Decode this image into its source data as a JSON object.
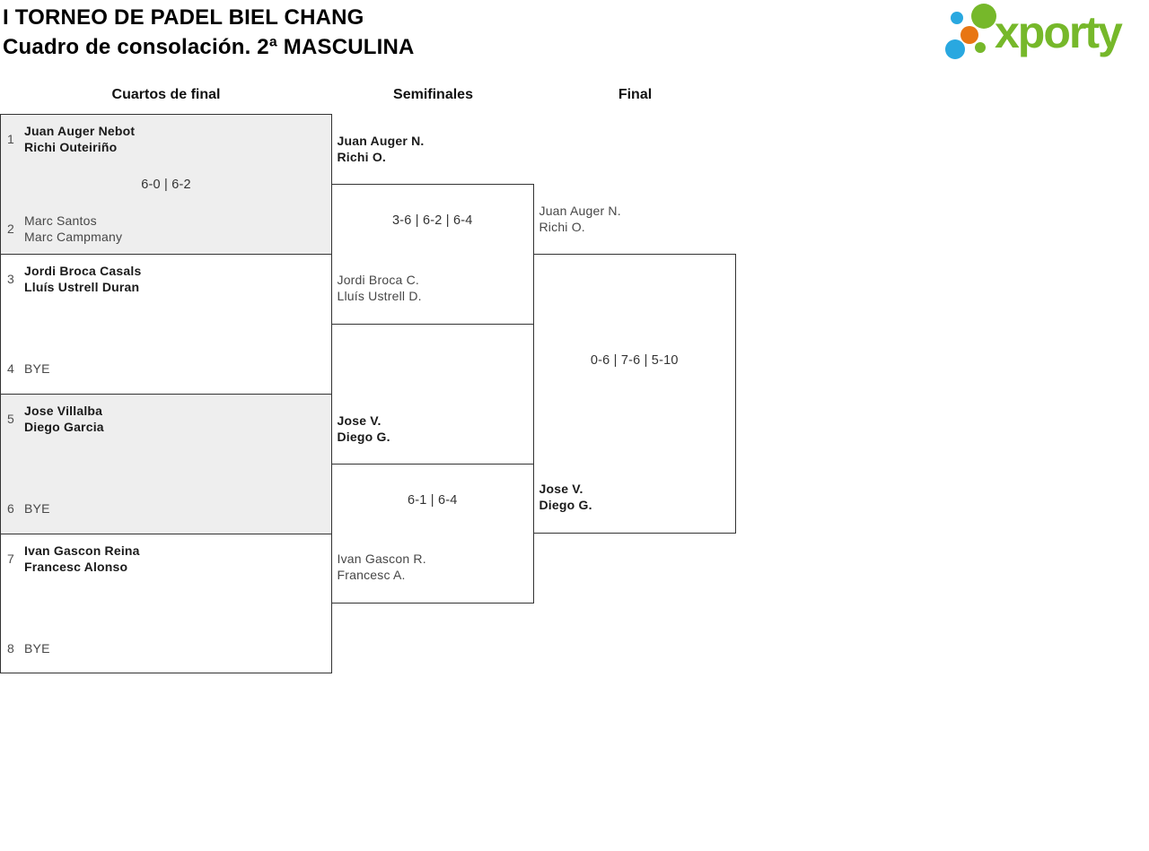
{
  "header": {
    "title_line1": "I TORNEO DE PADEL BIEL CHANG",
    "title_line2": "Cuadro de consolación. 2ª MASCULINA",
    "logo": {
      "text": "xporty",
      "brand_green": "#76b82a",
      "brand_blue": "#29a8e0",
      "brand_orange": "#e87613"
    }
  },
  "bracket": {
    "rounds": [
      {
        "label": "Cuartos de final"
      },
      {
        "label": "Semifinales"
      },
      {
        "label": "Final"
      }
    ],
    "quarterfinals": [
      {
        "seed_top": "1",
        "team_top": [
          "Juan Auger Nebot",
          "Richi Outeiriño"
        ],
        "score": "6-0 | 6-2",
        "seed_bottom": "2",
        "team_bottom": [
          "Marc Santos",
          "Marc Campmany"
        ],
        "winner": "top"
      },
      {
        "seed_top": "3",
        "team_top": [
          "Jordi Broca Casals",
          "Lluís Ustrell Duran"
        ],
        "score": "",
        "seed_bottom": "4",
        "team_bottom": [
          "BYE"
        ],
        "winner": "top"
      },
      {
        "seed_top": "5",
        "team_top": [
          "Jose Villalba",
          "Diego Garcia"
        ],
        "score": "",
        "seed_bottom": "6",
        "team_bottom": [
          "BYE"
        ],
        "winner": "top"
      },
      {
        "seed_top": "7",
        "team_top": [
          "Ivan Gascon Reina",
          "Francesc Alonso"
        ],
        "score": "",
        "seed_bottom": "8",
        "team_bottom": [
          "BYE"
        ],
        "winner": "top"
      }
    ],
    "semifinals": [
      {
        "team_top": [
          "Juan Auger N.",
          "Richi O."
        ],
        "score": "3-6 | 6-2 | 6-4",
        "team_bottom": [
          "Jordi Broca C.",
          "Lluís Ustrell D."
        ],
        "winner": "top"
      },
      {
        "team_top": [
          "Jose V.",
          "Diego G."
        ],
        "score": "6-1 | 6-4",
        "team_bottom": [
          "Ivan Gascon R.",
          "Francesc A."
        ],
        "winner": "top"
      }
    ],
    "final": {
      "team_top": [
        "Juan Auger N.",
        "Richi O."
      ],
      "score": "0-6 | 7-6 | 5-10",
      "team_bottom": [
        "Jose V.",
        "Diego G."
      ],
      "winner": "bottom"
    }
  }
}
